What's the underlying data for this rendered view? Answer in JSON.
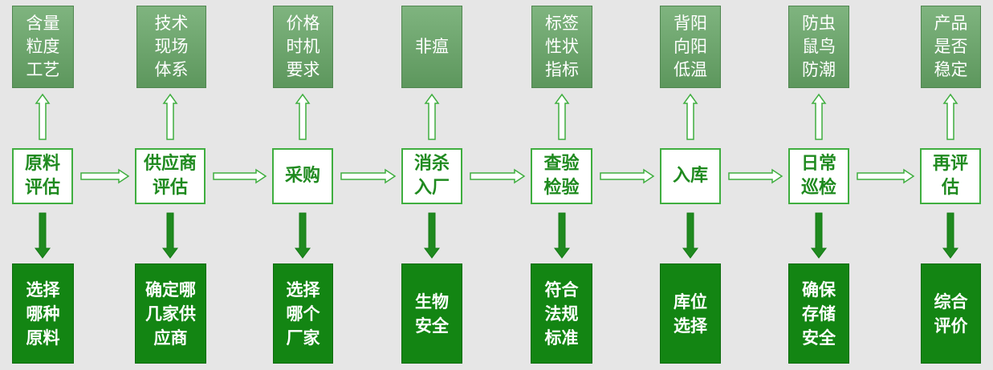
{
  "colors": {
    "background": "#e6e6e6",
    "top_box": "#6aa56a",
    "mid_border": "#3fae3f",
    "mid_text": "#1f8a1f",
    "bottom_box": "#138513",
    "down_arrow": "#1f8a1f"
  },
  "steps": [
    {
      "top": "含量\n粒度\n工艺",
      "mid": "原料\n评估",
      "bottom": "选择\n哪种\n原料"
    },
    {
      "top": "技术\n现场\n体系",
      "mid": "供应商\n评估",
      "bottom": "确定哪\n几家供\n应商"
    },
    {
      "top": "价格\n时机\n要求",
      "mid": "采购",
      "bottom": "选择\n哪个\n厂家"
    },
    {
      "top": "非瘟",
      "mid": "消杀\n入厂",
      "bottom": "生物\n安全"
    },
    {
      "top": "标签\n性状\n指标",
      "mid": "查验\n检验",
      "bottom": "符合\n法规\n标准"
    },
    {
      "top": "背阳\n向阳\n低温",
      "mid": "入库",
      "bottom": "库位\n选择"
    },
    {
      "top": "防虫\n鼠鸟\n防潮",
      "mid": "日常\n巡检",
      "bottom": "确保\n存储\n安全"
    },
    {
      "top": "产品\n是否\n稳定",
      "mid": "再评\n估",
      "bottom": "综合\n评价"
    }
  ]
}
